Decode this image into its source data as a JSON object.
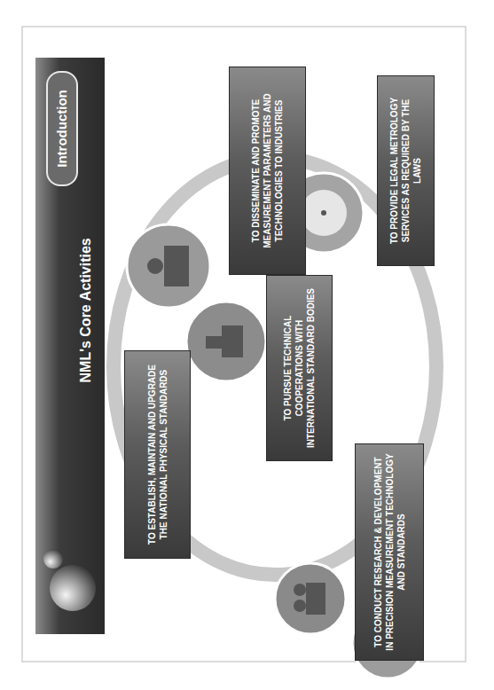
{
  "diagram": {
    "title": "NML's Core Activities",
    "nodes": [
      {
        "text": [
          "Introduction"
        ]
      },
      {
        "text": [
          "TO ESTABLISH, MAINTAIN AND UPGRADE THE NATIONAL PHYSICAL STANDARDS"
        ]
      },
      {
        "text": [
          "TO DISSEMINATE AND PROMOTE MEASUREMENT PARAMETERS AND TECHNOLOGIES TO INDUSTRIES"
        ]
      },
      {
        "text": [
          "TO PURSUE TECHNICAL COOPERATIONS WITH INTERNATIONAL STANDARD BODIES"
        ]
      },
      {
        "text": [
          "TO CONDUCT RESEARCH & DEVELOPMENT IN PRECISION MEASUREMENT TECHNOLOGY AND STANDARDS"
        ]
      },
      {
        "text": [
          "TO PROVIDE LEGAL METROLOGY SERVICES AS REQUIRED BY THE LAWS"
        ]
      }
    ]
  }
}
